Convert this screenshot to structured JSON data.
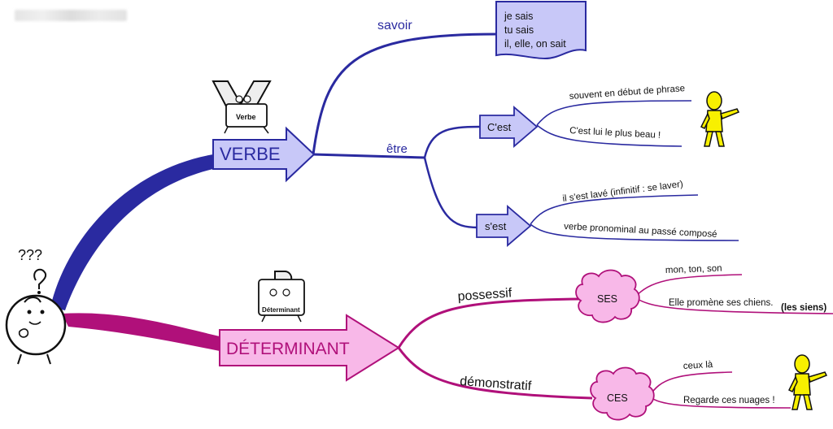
{
  "header": {
    "blurred_caption": ""
  },
  "center": {
    "question_marks": "???"
  },
  "verbe": {
    "label": "VERBE",
    "mascot_caption": "Verbe",
    "mascot_letter": "V",
    "branch_savoir": {
      "label": "savoir",
      "lines": [
        "je sais",
        "tu sais",
        "il, elle, on sait"
      ]
    },
    "branch_etre": {
      "label": "être",
      "cest": {
        "label": "C'est",
        "notes": [
          "souvent en début de phrase",
          "C'est lui le plus beau !"
        ]
      },
      "sest": {
        "label": "s'est",
        "notes": [
          "il s'est lavé (infinitif : se laver)",
          "verbe pronominal au passé composé"
        ]
      }
    }
  },
  "determinant": {
    "label": "DÉTERMINANT",
    "mascot_caption": "Déterminant",
    "mascot_letter": "D",
    "possessif": {
      "label": "possessif",
      "cloud": "SES",
      "notes": [
        "mon, ton, son",
        "Elle promène ses chiens."
      ],
      "note_bold": "(les siens)"
    },
    "demonstratif": {
      "label": "démonstratif",
      "cloud": "CES",
      "notes": [
        "ceux là",
        "Regarde ces nuages !"
      ]
    }
  },
  "colors": {
    "blue_branch": "#2a2aa0",
    "blue_fill": "#c8c8f8",
    "magenta_branch": "#b0107a",
    "magenta_fill": "#f8b8e8",
    "figure_yellow": "#f8f000"
  }
}
